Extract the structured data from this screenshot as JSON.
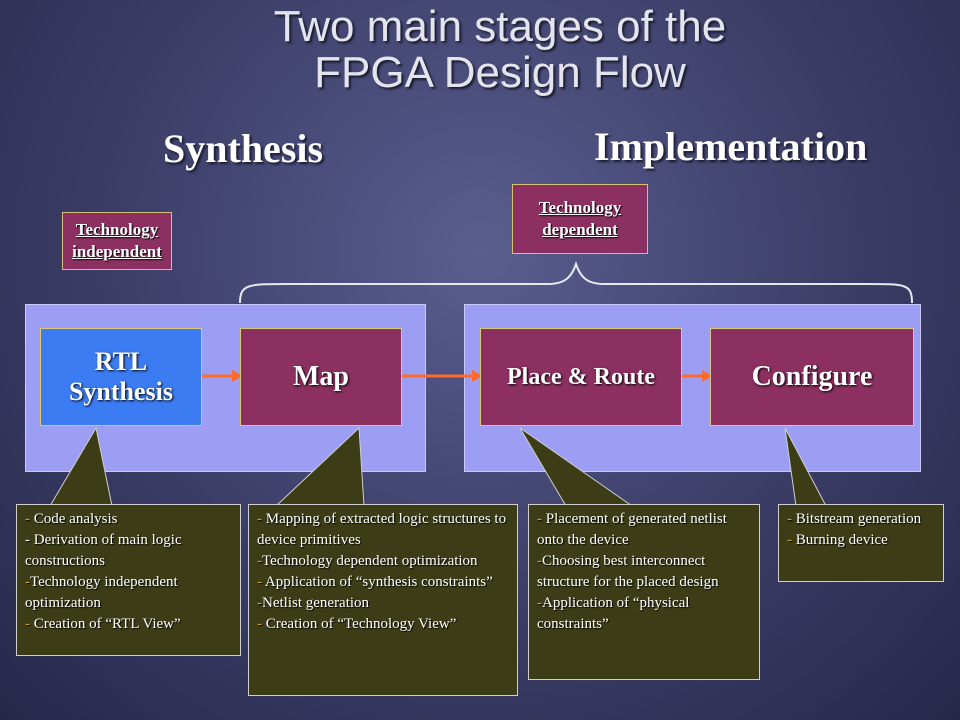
{
  "title": {
    "line1": "Two main stages of the",
    "line2": "FPGA Design Flow"
  },
  "stages": {
    "synthesis": "Synthesis",
    "implementation": "Implementation"
  },
  "tags": {
    "independent": {
      "line1": "Technology",
      "line2": "independent"
    },
    "dependent": {
      "line1": "Technology",
      "line2": "dependent"
    }
  },
  "blocks": {
    "rtl": {
      "line1": "RTL",
      "line2": "Synthesis"
    },
    "map": "Map",
    "place_route": "Place & Route",
    "configure": "Configure"
  },
  "notes": {
    "rtl": [
      {
        "bullet": "-",
        "text": " Code analysis"
      },
      {
        "bullet": "-",
        "text": " Derivation of main logic constructions"
      },
      {
        "bullet": "-",
        "text": "Technology  independent optimization"
      },
      {
        "bullet": "-",
        "text": " Creation of “RTL View”"
      }
    ],
    "map": [
      {
        "bullet": "-",
        "text": " Mapping of extracted logic structures to device primitives"
      },
      {
        "bullet": "-",
        "text": "Technology dependent optimization"
      },
      {
        "bullet": "-",
        "text": " Application of “synthesis constraints”"
      },
      {
        "bullet": "-",
        "text": "Netlist generation"
      },
      {
        "bullet": "-",
        "text": " Creation of “Technology View”"
      }
    ],
    "place_route": [
      {
        "bullet": "-",
        "text": " Placement of generated netlist onto the device"
      },
      {
        "bullet": "-",
        "text": "Choosing best interconnect structure for the placed design"
      },
      {
        "bullet": "-",
        "text": "Application of “physical constraints”"
      }
    ],
    "configure": [
      {
        "bullet": "-",
        "text": " Bitstream generation"
      },
      {
        "bullet": "-",
        "text": " Burning device"
      }
    ]
  },
  "colors": {
    "rtl_block": "#3b7cf3",
    "stage_block": "#8b3060",
    "panel": "#9b9ef2",
    "callout": "#3c3d16",
    "arrow": "#ff6a2a"
  }
}
